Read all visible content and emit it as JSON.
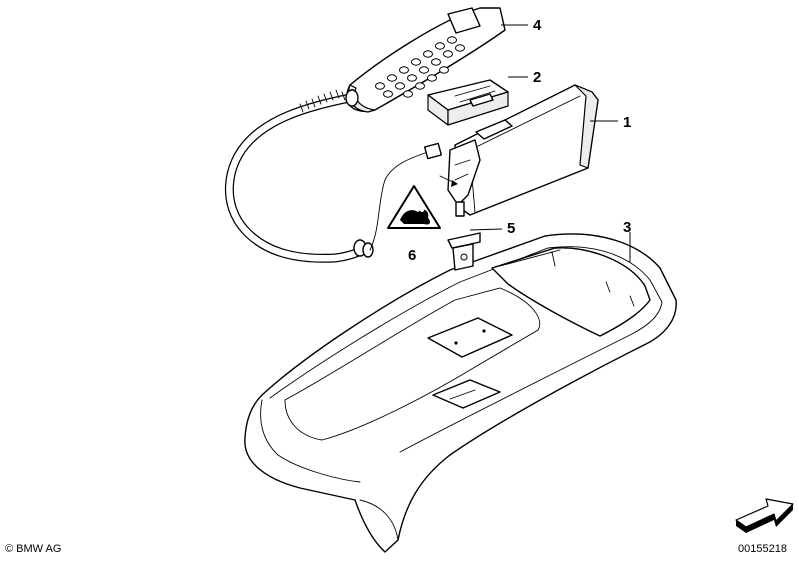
{
  "diagram": {
    "callouts": [
      {
        "id": "1",
        "label": "1"
      },
      {
        "id": "2",
        "label": "2"
      },
      {
        "id": "3",
        "label": "3"
      },
      {
        "id": "4",
        "label": "4"
      },
      {
        "id": "5",
        "label": "5"
      },
      {
        "id": "6",
        "label": "6"
      }
    ],
    "copyright": "© BMW AG",
    "image_number": "00155218"
  },
  "icons": {
    "warning": "warning-triangle-icon",
    "orientation": "orientation-arrow-icon"
  },
  "colors": {
    "line": "#000000",
    "background": "#ffffff",
    "shade": "#ededed"
  }
}
